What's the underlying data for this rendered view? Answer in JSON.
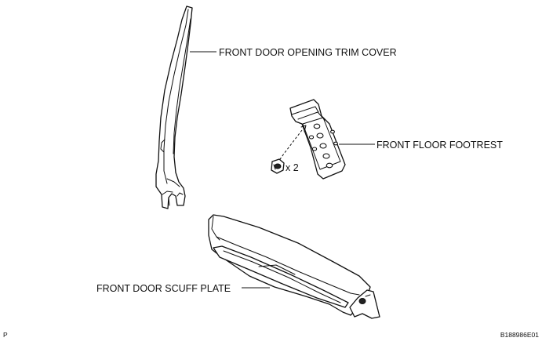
{
  "labels": {
    "opening_trim_cover": "FRONT DOOR OPENING TRIM COVER",
    "floor_footrest": "FRONT FLOOR FOOTREST",
    "scuff_plate": "FRONT DOOR SCUFF PLATE",
    "clip_quantity": "x 2"
  },
  "corner_marks": {
    "bottom_left": "P",
    "bottom_right": "B188986E01"
  }
}
